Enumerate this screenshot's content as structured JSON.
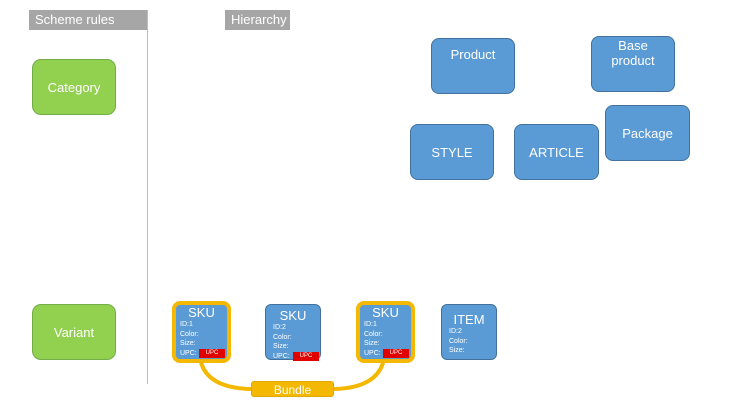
{
  "headers": {
    "scheme_rules": "Scheme rules",
    "hierarchy": "Hierarchy"
  },
  "rules": {
    "category": "Category",
    "variant": "Variant"
  },
  "nodes": {
    "product": "Product",
    "base_product_line1": "Base",
    "base_product_line2": "product",
    "style": "STYLE",
    "article": "ARTICLE",
    "package": "Package"
  },
  "variant_cards": [
    {
      "title": "SKU",
      "id": "ID:1",
      "color": "Color:",
      "size": "Size:",
      "upc": "UPC:",
      "upc_badge": "UPC",
      "bundled": true
    },
    {
      "title": "SKU",
      "id": "ID:2",
      "color": "Color:",
      "size": "Size:",
      "upc": "UPC:",
      "upc_badge": "UPC",
      "bundled": false
    },
    {
      "title": "SKU",
      "id": "ID:1",
      "color": "Color:",
      "size": "Size:",
      "upc": "UPC:",
      "upc_badge": "UPC",
      "bundled": true
    },
    {
      "title": "ITEM",
      "id": "ID:2",
      "color": "Color:",
      "size": "Size:",
      "bundled": false
    }
  ],
  "bundle": {
    "label": "Bundle"
  },
  "colors": {
    "rule_green": "#92d050",
    "node_blue": "#5b9bd5",
    "bundle_yellow": "#f5b800",
    "upc_red": "#e00000",
    "header_gray": "#a6a6a6"
  }
}
